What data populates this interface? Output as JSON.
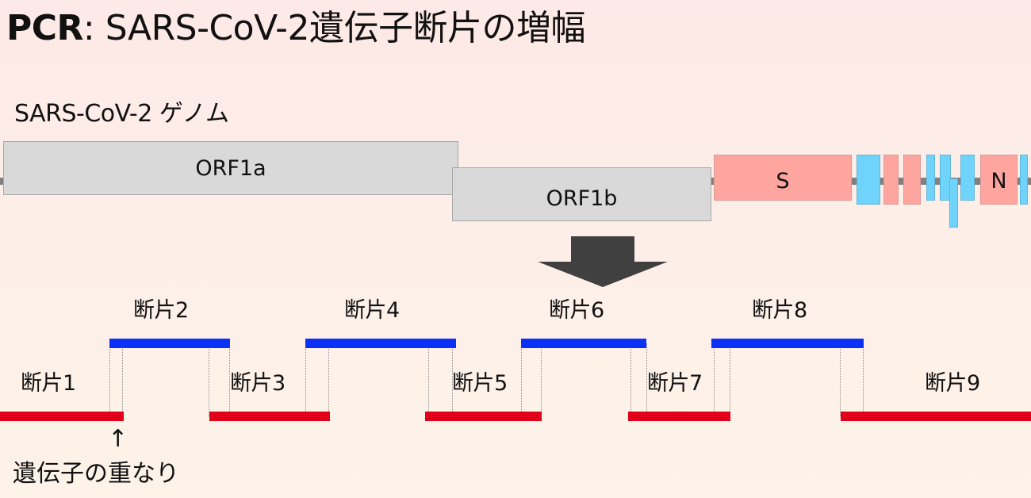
{
  "title": {
    "bold": "PCR",
    "rest": ": SARS-CoV-2遺伝子断片の増幅"
  },
  "genome": {
    "label": "SARS-CoV-2 ゲノム",
    "genes": [
      {
        "name": "ORF1a",
        "label": "ORF1a",
        "type": "orf"
      },
      {
        "name": "ORF1b",
        "label": "ORF1b",
        "type": "orf"
      },
      {
        "name": "S",
        "label": "S",
        "type": "structural"
      },
      {
        "name": "ORF3a",
        "label": "",
        "type": "accessory"
      },
      {
        "name": "E",
        "label": "",
        "type": "structural"
      },
      {
        "name": "M",
        "label": "",
        "type": "structural"
      },
      {
        "name": "ORF6",
        "label": "",
        "type": "accessory"
      },
      {
        "name": "ORF7a",
        "label": "",
        "type": "accessory"
      },
      {
        "name": "ORF7b",
        "label": "",
        "type": "accessory"
      },
      {
        "name": "ORF8",
        "label": "",
        "type": "accessory"
      },
      {
        "name": "N",
        "label": "N",
        "type": "structural"
      },
      {
        "name": "ORF10",
        "label": "",
        "type": "accessory"
      }
    ],
    "colors": {
      "orf": "#d9d9d9",
      "structural": "#ffa5a0",
      "accessory": "#6fd3fb",
      "backbone": "#808080"
    }
  },
  "arrow_icon": "down-arrow-icon",
  "fragments": [
    {
      "label": "断片1",
      "row": "lower",
      "color": "#e0001a"
    },
    {
      "label": "断片2",
      "row": "upper",
      "color": "#0b32f4"
    },
    {
      "label": "断片3",
      "row": "lower",
      "color": "#e0001a"
    },
    {
      "label": "断片4",
      "row": "upper",
      "color": "#0b32f4"
    },
    {
      "label": "断片5",
      "row": "lower",
      "color": "#e0001a"
    },
    {
      "label": "断片6",
      "row": "upper",
      "color": "#0b32f4"
    },
    {
      "label": "断片7",
      "row": "lower",
      "color": "#e0001a"
    },
    {
      "label": "断片8",
      "row": "upper",
      "color": "#0b32f4"
    },
    {
      "label": "断片9",
      "row": "lower",
      "color": "#e0001a"
    }
  ],
  "annotation": {
    "arrow": "↑",
    "label": "遺伝子の重なり"
  }
}
